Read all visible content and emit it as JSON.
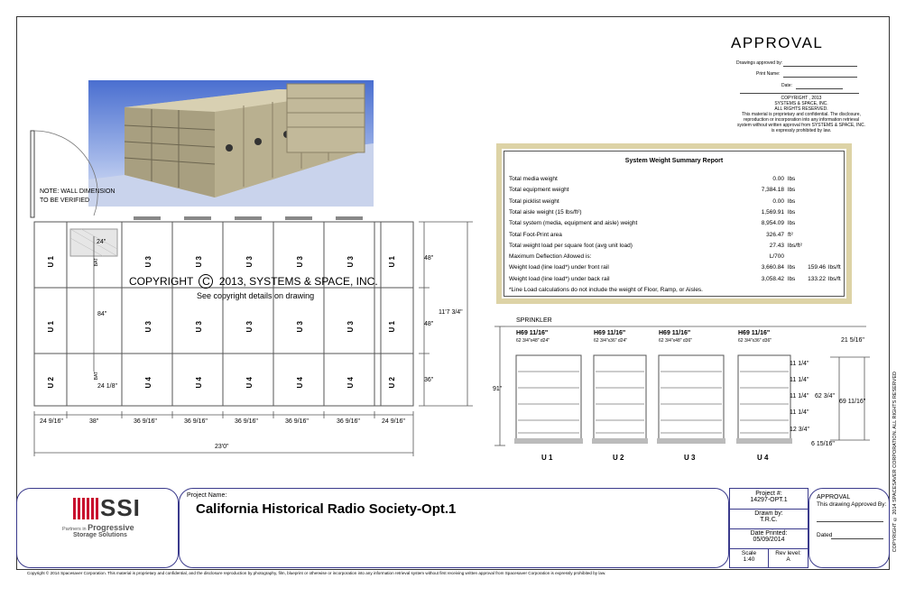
{
  "approval": {
    "title": "APPROVAL",
    "drawings_approved_by": "Drawings approved by:",
    "print_name": "Print Name:",
    "date": "Date:",
    "copyright_lines": [
      "COPYRIGHT , 2013",
      "SYSTEMS & SPACE, INC.",
      "ALL RIGHTS RESERVED.",
      "This material is proprietary and confidential. The disclosure,",
      "reproduction or incorporation into any information retrieval",
      "system without written approval from SYSTEMS & SPACE, INC.",
      "is expressly prohibited by law."
    ]
  },
  "note": [
    "NOTE: WALL DIMENSION",
    "TO BE VERIFIED"
  ],
  "watermark": {
    "line1_a": "COPYRIGHT",
    "c_symbol": "C",
    "line1_b": "2013, SYSTEMS & SPACE, INC.",
    "line2": "See copyright details on drawing"
  },
  "report": {
    "title": "System Weight Summary Report",
    "rows": [
      {
        "label": "Total media weight",
        "value": "0.00",
        "unit": "lbs",
        "extra": "",
        "extra_unit": ""
      },
      {
        "label": "Total equipment weight",
        "value": "7,384.18",
        "unit": "lbs",
        "extra": "",
        "extra_unit": ""
      },
      {
        "label": "Total picklist weight",
        "value": "0.00",
        "unit": "lbs",
        "extra": "",
        "extra_unit": ""
      },
      {
        "label": "Total aisle weight (15 lbs/ft²)",
        "value": "1,569.91",
        "unit": "lbs",
        "extra": "",
        "extra_unit": ""
      },
      {
        "label": "Total system (media, equipment and aisle) weight",
        "value": "8,954.09",
        "unit": "lbs",
        "extra": "",
        "extra_unit": ""
      },
      {
        "label": "Total Foot-Print area",
        "value": "326.47",
        "unit": "ft²",
        "extra": "",
        "extra_unit": ""
      },
      {
        "label": "Total weight load per square foot (avg unit load)",
        "value": "27.43",
        "unit": "lbs/ft²",
        "extra": "",
        "extra_unit": ""
      },
      {
        "label": "Maximum Deflection Allowed is:",
        "value": "L/700",
        "unit": "",
        "extra": "",
        "extra_unit": ""
      },
      {
        "label": "Weight load (line load*) under front rail",
        "value": "3,660.84",
        "unit": "lbs",
        "extra": "159.46",
        "extra_unit": "lbs/ft"
      },
      {
        "label": "Weight load (line load*) under back rail",
        "value": "3,058.42",
        "unit": "lbs",
        "extra": "133.22",
        "extra_unit": "lbs/ft"
      }
    ],
    "footnote": "*Line Load calculations do not include the weight of Floor, Ramp, or Aisles."
  },
  "plan": {
    "units_top": [
      "U 1",
      "U 3",
      "U 3",
      "U 3",
      "U 3",
      "U 3",
      "U 1"
    ],
    "units_mid": [
      "U 1",
      "U 3",
      "U 3",
      "U 3",
      "U 3",
      "U 3",
      "U 1"
    ],
    "units_bot": [
      "U 2",
      "U 4",
      "U 4",
      "U 4",
      "U 4",
      "U 4",
      "U 2"
    ],
    "widths": [
      "24 9/16\"",
      "38\"",
      "36 9/16\"",
      "36 9/16\"",
      "36 9/16\"",
      "36 9/16\"",
      "36 9/16\"",
      "24 9/16\""
    ],
    "total_width": "23'0\"",
    "right_dims": [
      "48\"",
      "48\"",
      "36\""
    ],
    "total_depth": "11'7 3/4\"",
    "aisle_24": "24\"",
    "aisle_84": "84\"",
    "aisle_24_18": "24 1/8\"",
    "bat": "BAT"
  },
  "elevation": {
    "sprinkler": "SPRINKLER",
    "units": [
      {
        "h": "H69 11/16\"",
        "spec": "62 3/4\"x48\" d24\"",
        "label": "U 1"
      },
      {
        "h": "H69 11/16\"",
        "spec": "62 3/4\"x36\" d24\"",
        "label": "U 2"
      },
      {
        "h": "H69 11/16\"",
        "spec": "62 3/4\"x48\" d36\"",
        "label": "U 3"
      },
      {
        "h": "H69 11/16\"",
        "spec": "62 3/4\"x36\" d36\"",
        "label": "U 4"
      }
    ],
    "left_dim": "91\"",
    "top_right": "21 5/16\"",
    "shelf_dims": [
      "11 1/4\"",
      "11 1/4\"",
      "11 1/4\"",
      "11 1/4\"",
      "12 3/4\""
    ],
    "mid_dim": "62 3/4\"",
    "outer_dim": "69 11/16\"",
    "bottom_dim": "6 15/16\""
  },
  "titleblock": {
    "logo_text": "SSI",
    "logo_tag1": "Partners in",
    "logo_tag2": "Progressive",
    "logo_tag3": "Storage Solutions",
    "project_name_label": "Project Name:",
    "project_name": "California Historical Radio Society-Opt.1",
    "project_no_label": "Project #:",
    "project_no": "14297-OPT.1",
    "drawn_by_label": "Drawn by:",
    "drawn_by": "T.R.C.",
    "date_printed_label": "Date Printed:",
    "date_printed": "05/09/2014",
    "scale_label": "Scale",
    "scale": "1:40",
    "rev_label": "Rev level:",
    "rev": "A",
    "approval_title": "APPROVAL",
    "approval_sub": "This drawing Approved By:",
    "dated": "Dated"
  },
  "footer": "Copyright © 2014 Spacesaver Corporation. This material is proprietary and confidential, and the disclosure reproduction by photography, film, blueprint or otherwise or incorporation into any information retrieval system without first receiving written approval from Spacesaver Corporation is expressly prohibited by law.",
  "side_copyright": "COPYRIGHT © 2014 SPACESAVER CORPORATION. ALL RIGHTS RESERVED"
}
